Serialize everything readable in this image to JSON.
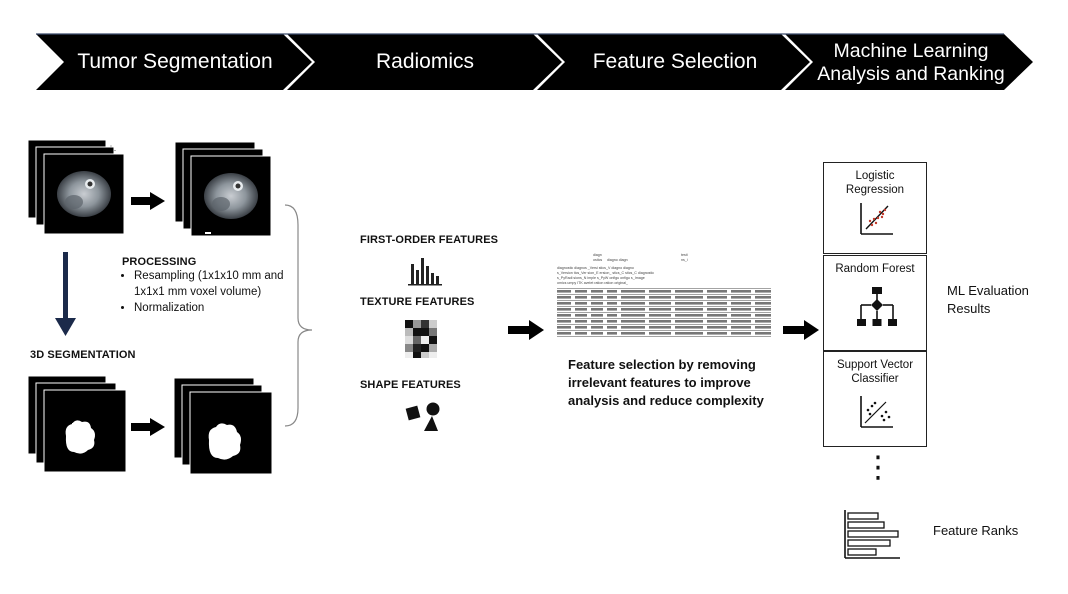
{
  "pipeline": {
    "steps": [
      {
        "label": "Tumor Segmentation"
      },
      {
        "label": "Radiomics"
      },
      {
        "label": "Feature Selection"
      },
      {
        "label_line1": "Machine Learning",
        "label_line2": "Analysis and Ranking"
      }
    ]
  },
  "segmentation": {
    "processing_title": "PROCESSING",
    "processing_items": [
      "Resampling (1x1x10 mm and 1x1x1 mm voxel volume)",
      "Normalization"
    ],
    "seg_title": "3D SEGMENTATION"
  },
  "radiomics": {
    "features": [
      "FIRST-ORDER FEATURES",
      "TEXTURE FEATURES",
      "SHAPE FEATURES"
    ]
  },
  "feature_selection": {
    "description": "Feature selection by removing irrelevant features to improve analysis and reduce complexity"
  },
  "ml": {
    "models": [
      {
        "line1": "Logistic",
        "line2": "Regression"
      },
      {
        "line1": "Random Forest",
        "line2": ""
      },
      {
        "line1": "Support Vector",
        "line2": "Classifier"
      }
    ],
    "ellipsis": "⋮",
    "eval_line1": "ML Evaluation",
    "eval_line2": "Results",
    "ranks_label": "Feature Ranks"
  },
  "colors": {
    "banner": "#000000",
    "banner_text": "#ffffff",
    "accent_red": "#c0392b"
  }
}
